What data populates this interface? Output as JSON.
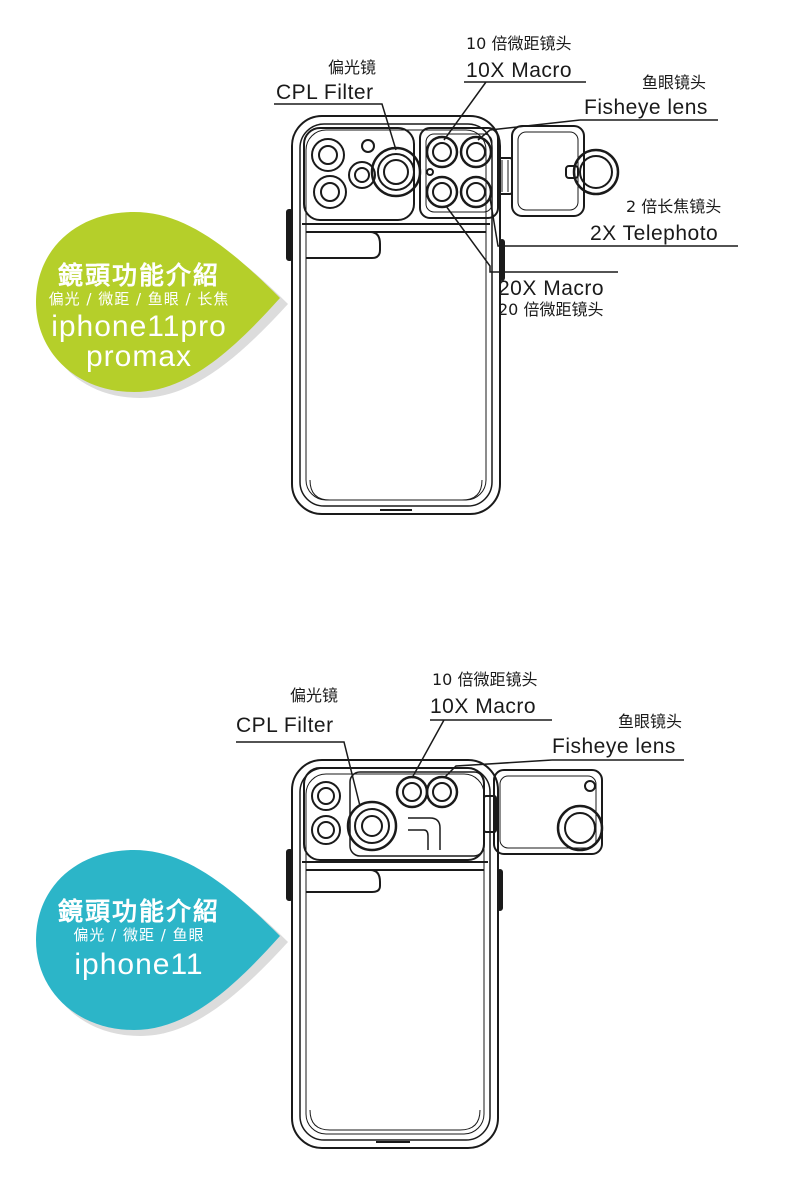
{
  "colors": {
    "badge_green": "#b5cf2a",
    "badge_teal": "#2cb5c8",
    "shadow": "#dcdcdc",
    "line": "#1a1a1a"
  },
  "top": {
    "badge": {
      "title": "鏡頭功能介紹",
      "subtitle": "偏光 / 微距 / 鱼眼 / 长焦",
      "model_line1": "iphone11pro",
      "model_line2": "promax"
    },
    "labels": {
      "cpl_cn": "偏光镜",
      "cpl_en": "CPL Filter",
      "macro10_cn": "10 倍微距镜头",
      "macro10_en": "10X  Macro",
      "fisheye_cn": "鱼眼镜头",
      "fisheye_en": "Fisheye lens",
      "tele_cn": "2 倍长焦镜头",
      "tele_en": "2X  Telephoto",
      "macro20_en": "20X  Macro",
      "macro20_cn": "20 倍微距镜头"
    }
  },
  "bottom": {
    "badge": {
      "title": "鏡頭功能介紹",
      "subtitle": "偏光 / 微距 / 鱼眼",
      "model_line1": "iphone11"
    },
    "labels": {
      "cpl_cn": "偏光镜",
      "cpl_en": "CPL Filter",
      "macro10_cn": "10 倍微距镜头",
      "macro10_en": "10X  Macro",
      "fisheye_cn": "鱼眼镜头",
      "fisheye_en": "Fisheye lens"
    }
  }
}
